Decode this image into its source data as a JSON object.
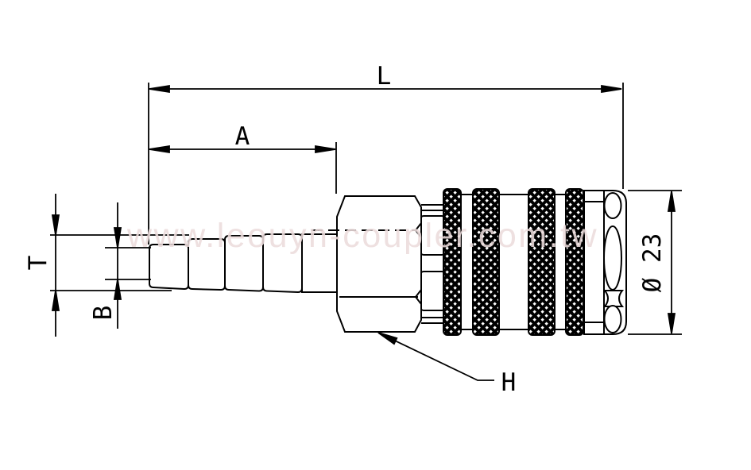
{
  "drawing": {
    "watermark": "www.leouyn-coupler.com.tw",
    "labels": {
      "overall_length": "L",
      "tail_length": "A",
      "tail_diameter": "T",
      "bore_diameter": "B",
      "hex": "H",
      "body_diameter": "Ø 23"
    },
    "colors": {
      "line": "#000000",
      "background": "#ffffff",
      "watermark": "#ecdcdc"
    }
  }
}
